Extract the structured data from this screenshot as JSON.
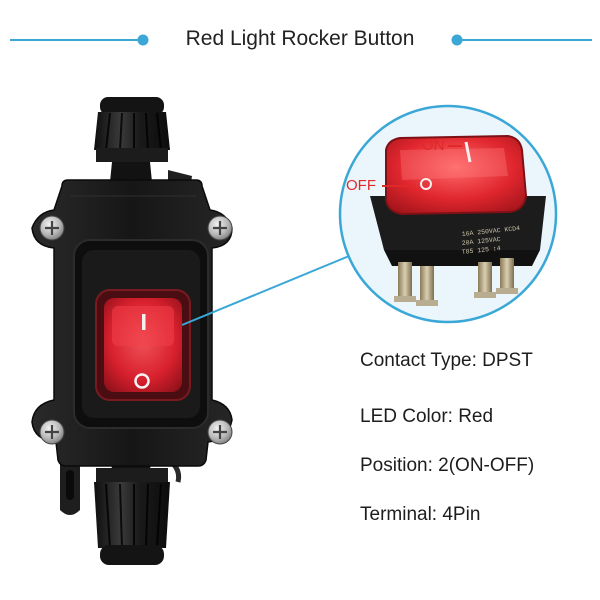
{
  "header": {
    "title": "Red Light Rocker Button"
  },
  "callout": {
    "on_label": "ON",
    "off_label": "OFF",
    "rating_lines": [
      "16A 250VAC  KCD4",
      "20A 125VAC",
      "T85 125 ↕4"
    ]
  },
  "device": {
    "on_symbol": "I",
    "off_symbol": "O"
  },
  "specs": [
    "Contact Type: DPST",
    "LED Color: Red",
    "Position: 2(ON-OFF)",
    "Terminal: 4Pin"
  ],
  "colors": {
    "accent": "#3aa7d6",
    "switch_red": "#e02a2a",
    "housing": "#1c1c1c"
  }
}
